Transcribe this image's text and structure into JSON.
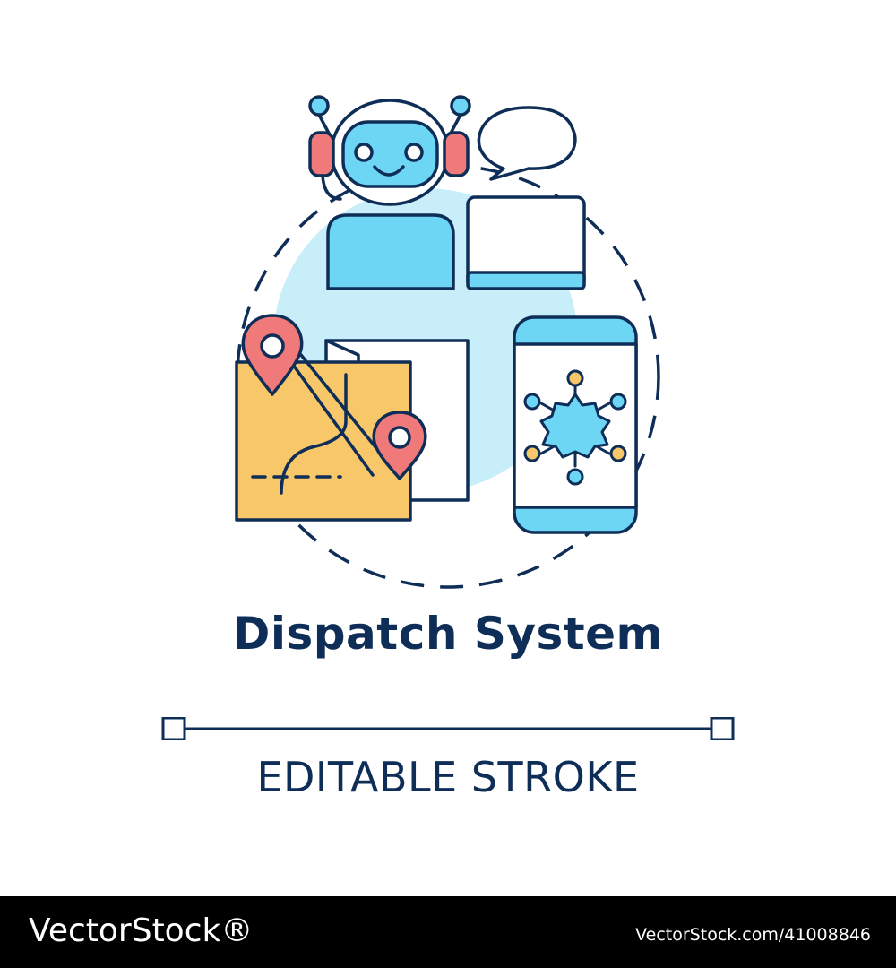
{
  "title": "Dispatch System",
  "subtitle": "EDITABLE STROKE",
  "footer": {
    "brand": "VectorStock®",
    "vector_id": "VectorStock.com/41008846"
  },
  "colors": {
    "outline": "#0e2d57",
    "robot_blue": "#6ed6f5",
    "headphone_red": "#f07a7a",
    "map_yellow": "#f8c76a",
    "background_circle": "#c8eefa",
    "footer": "#000000"
  },
  "icons": [
    "robot-icon",
    "speech-bubble-icon",
    "laptop-icon",
    "map-icon",
    "location-pin-icon",
    "smartphone-icon",
    "network-hub-icon"
  ]
}
